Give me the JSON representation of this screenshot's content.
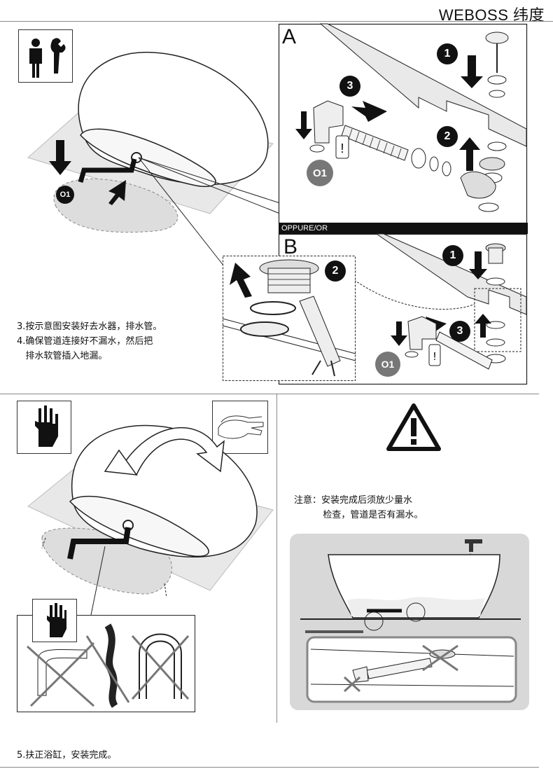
{
  "header": {
    "brand": "WEBOSS 纬度"
  },
  "step34": {
    "line1": "3.按示意图安装好去水器，排水管。",
    "line2": "4.确保管道连接好不漏水，然后把",
    "line3": "   排水软管插入地漏。"
  },
  "panelA": {
    "letter": "A",
    "o1": "O1",
    "steps": [
      "1",
      "2",
      "3"
    ]
  },
  "divider": {
    "label": "OPPURE/OR"
  },
  "panelB": {
    "letter": "B",
    "o1": "O1",
    "steps": [
      "1",
      "2",
      "3"
    ]
  },
  "overview": {
    "o1": "O1"
  },
  "notice": {
    "line1": "注意：安装完成后须放少量水",
    "line2": "          检查，管道是否有漏水。"
  },
  "step5": {
    "text": "5.扶正浴缸，安装完成。"
  }
}
